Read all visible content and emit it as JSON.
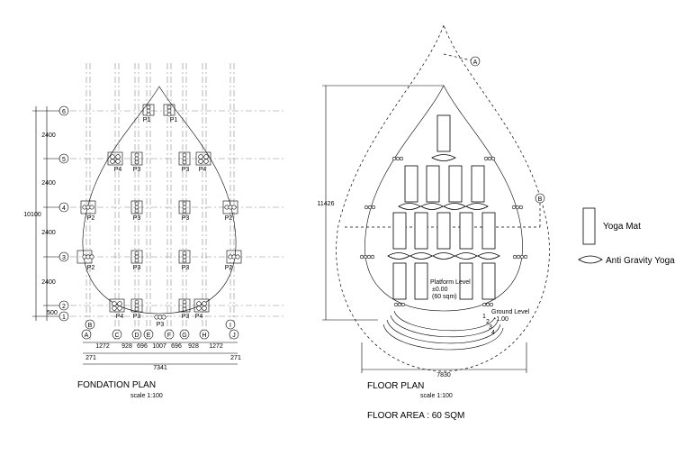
{
  "foundation": {
    "title": "FONDATION PLAN",
    "scale": "scale 1:100",
    "row_labels": [
      "6",
      "5",
      "4",
      "3",
      "2",
      "1"
    ],
    "col_labels": [
      "A",
      "B",
      "C",
      "D",
      "E",
      "F",
      "G",
      "H",
      "I",
      "J"
    ],
    "row_dims": [
      "2400",
      "2400",
      "2400",
      "2400",
      "500"
    ],
    "total_height": "10100",
    "col_dims": [
      "1272",
      "928",
      "696",
      "1007",
      "696",
      "928",
      "1272"
    ],
    "edge_dims": [
      "271",
      "271"
    ],
    "total_width": "7341",
    "pile_labels": {
      "p1": "P1",
      "p2": "P2",
      "p3": "P3",
      "p4": "P4"
    }
  },
  "floor": {
    "title": "FLOOR PLAN",
    "scale": "scale 1:100",
    "area": "FLOOR AREA : 60 SQM",
    "section_a": "A",
    "section_b": "B",
    "height_dim": "11426",
    "width_dim": "7830",
    "platform_label": "Platform Level",
    "platform_value": "±0.00",
    "platform_area": "(60 sqm)",
    "ground_label": "Ground Level",
    "ground_value": "-1.00",
    "steps": [
      "1",
      "2",
      "3",
      "4"
    ]
  },
  "legend": {
    "yoga_mat": "Yoga Mat",
    "anti_gravity": "Anti Gravity Yoga"
  }
}
